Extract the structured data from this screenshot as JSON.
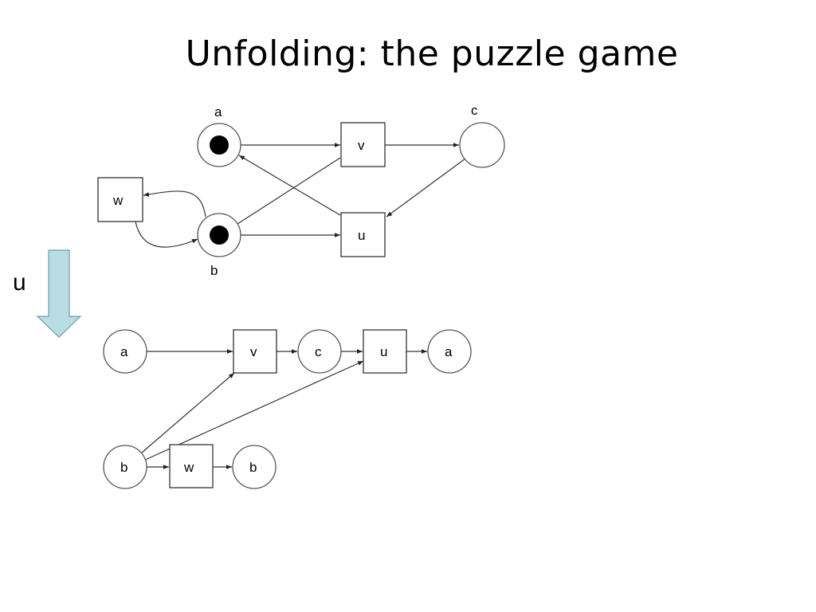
{
  "title": "Unfolding: the puzzle game",
  "step_label": "u",
  "arrow_color": "#b8dde2",
  "petri_net": {
    "places": [
      {
        "id": "a",
        "label": "a",
        "tokens": 1
      },
      {
        "id": "b",
        "label": "b",
        "tokens": 1
      },
      {
        "id": "c",
        "label": "c",
        "tokens": 0
      }
    ],
    "transitions": [
      {
        "id": "v",
        "label": "v"
      },
      {
        "id": "u",
        "label": "u"
      },
      {
        "id": "w",
        "label": "w"
      }
    ],
    "arcs": [
      [
        "a",
        "v"
      ],
      [
        "b",
        "v"
      ],
      [
        "v",
        "c"
      ],
      [
        "c",
        "u"
      ],
      [
        "b",
        "u"
      ],
      [
        "u",
        "a"
      ],
      [
        "b",
        "w"
      ],
      [
        "w",
        "b"
      ]
    ]
  },
  "unfolding": {
    "places": [
      {
        "id": "p_a1",
        "label": "a"
      },
      {
        "id": "p_c",
        "label": "c"
      },
      {
        "id": "p_a2",
        "label": "a"
      },
      {
        "id": "p_b1",
        "label": "b"
      },
      {
        "id": "p_b2",
        "label": "b"
      }
    ],
    "transitions": [
      {
        "id": "t_v",
        "label": "v"
      },
      {
        "id": "t_u",
        "label": "u"
      },
      {
        "id": "t_w",
        "label": "w"
      }
    ]
  }
}
